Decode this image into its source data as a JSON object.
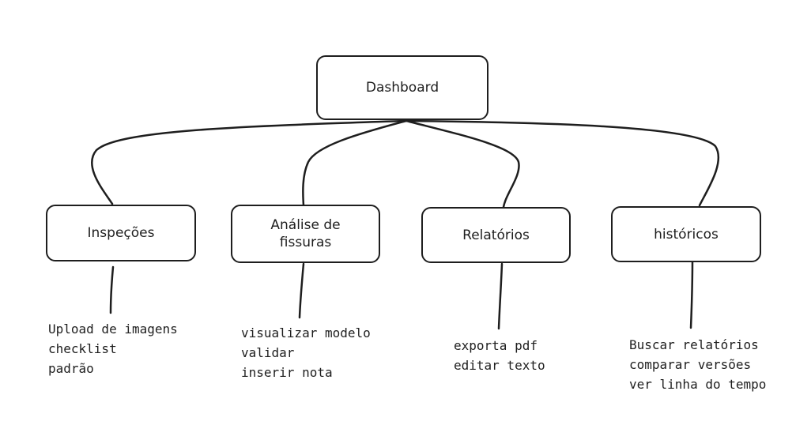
{
  "root": {
    "label": "Dashboard"
  },
  "modules": [
    {
      "label": "Inspeções",
      "notes": [
        "Upload de imagens",
        "checklist",
        "padrão"
      ]
    },
    {
      "label": "Análise de fissuras",
      "notes": [
        "visualizar modelo",
        "validar",
        "inserir nota"
      ]
    },
    {
      "label": "Relatórios",
      "notes": [
        "exporta pdf",
        "editar texto"
      ]
    },
    {
      "label": "históricos",
      "notes": [
        "Buscar relatórios",
        "comparar versões",
        "ver linha do tempo"
      ]
    }
  ],
  "colors": {
    "stroke": "#1e1e1e",
    "background": "#ffffff"
  }
}
